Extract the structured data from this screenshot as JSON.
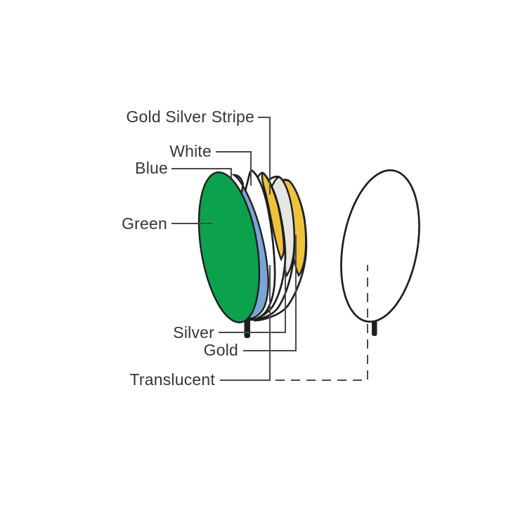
{
  "page": {
    "background": "#ffffff"
  },
  "diagram": {
    "type": "labeled-diagram",
    "subject": "Reflector disc color set with translucent disc shown separately",
    "discs": [
      {
        "label": "Gold Silver Stripe",
        "color": "#efc23c"
      },
      {
        "label": "White",
        "color": "#ffffff"
      },
      {
        "label": "Blue",
        "color": "#7aa6d6"
      },
      {
        "label": "Green",
        "color": "#0ba14d"
      },
      {
        "label": "Silver",
        "color": "#e6e6e3"
      },
      {
        "label": "Gold",
        "color": "#efc23c"
      },
      {
        "label": "Translucent",
        "color": "#ffffff"
      }
    ],
    "colors": {
      "outline": "#1e1e1e",
      "leader_line": "#4a4a4a",
      "text": "#363636",
      "background": "#ffffff"
    }
  }
}
